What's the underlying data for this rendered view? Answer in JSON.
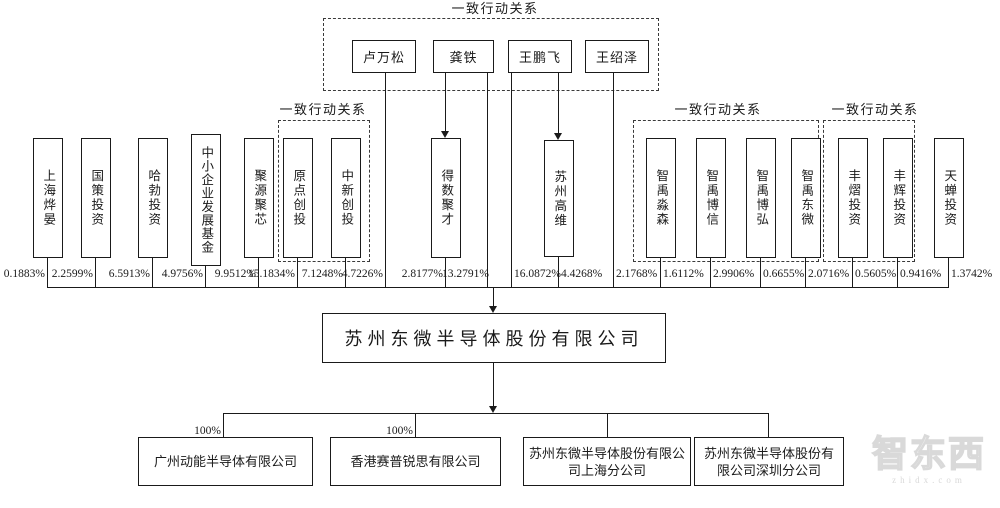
{
  "labels": {
    "concerted_action": "一致行动关系",
    "full_ownership": "100%"
  },
  "actual_controllers": {
    "members": [
      {
        "name": "卢万松",
        "holding_pct": "4.7226%"
      },
      {
        "name": "龚铁",
        "holding_pct": "13.2791%"
      },
      {
        "name": "王鹏飞",
        "holding_pct": "16.0872%"
      },
      {
        "name": "王绍泽",
        "holding_pct": "2.1768%"
      }
    ]
  },
  "shareholders": [
    {
      "name": "上海烨晏",
      "pct": "0.1883%"
    },
    {
      "name": "国策投资",
      "pct": "2.2599%"
    },
    {
      "name": "哈勃投资",
      "pct": "6.5913%"
    },
    {
      "name": "中小企业发展基金",
      "pct": "4.9756%"
    },
    {
      "name": "聚源聚芯",
      "pct": "9.9512%"
    },
    {
      "name": "原点创投",
      "pct": "15.1834%"
    },
    {
      "name": "中新创投",
      "pct": "7.1248%"
    },
    {
      "name": "得数聚才",
      "pct": "2.8177%"
    },
    {
      "name": "苏州高维",
      "pct": "4.4268%"
    },
    {
      "name": "智禹淼森",
      "pct": "1.6112%"
    },
    {
      "name": "智禹博信",
      "pct": "2.9906%"
    },
    {
      "name": "智禹博弘",
      "pct": "0.6655%"
    },
    {
      "name": "智禹东微",
      "pct": "2.0716%"
    },
    {
      "name": "丰熠投资",
      "pct": "0.5605%"
    },
    {
      "name": "丰辉投资",
      "pct": "0.9416%"
    },
    {
      "name": "天蝉投资",
      "pct": "1.3742%"
    }
  ],
  "company": {
    "name": "苏州东微半导体股份有限公司"
  },
  "subsidiaries": [
    {
      "name": "广州动能半导体有限公司",
      "ownership": "100%"
    },
    {
      "name": "香港赛普锐思有限公司",
      "ownership": "100%"
    },
    {
      "name": "苏州东微半导体股份有限公司上海分公司"
    },
    {
      "name": "苏州东微半导体股份有限公司深圳分公司"
    }
  ],
  "watermark": {
    "brand": "智东西",
    "domain": "zhidx.com"
  }
}
